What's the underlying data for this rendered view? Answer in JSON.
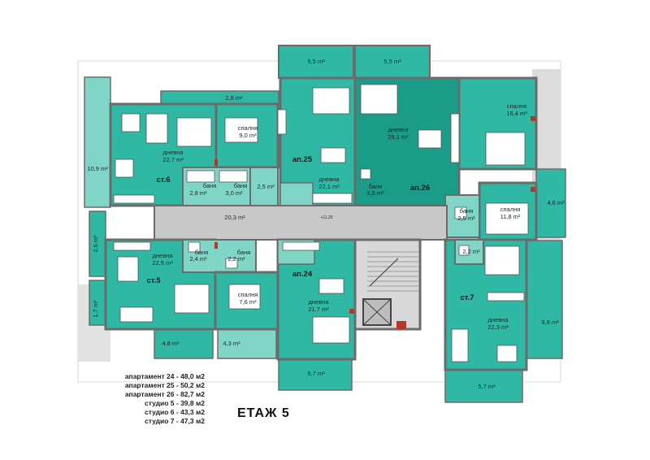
{
  "floor_title": "ЕТАЖ 5",
  "colors": {
    "teal": "#2fb8a4",
    "teal_dark": "#1a9c88",
    "teal_light": "#7fd6c6",
    "wall": "#6b6b6b",
    "corridor": "#c8c8c8",
    "accent_red": "#b8352a"
  },
  "apartments": {
    "st6": "ст.6",
    "ap25": "ап.25",
    "ap26": "ап.26",
    "st5": "ст.5",
    "ap24": "ап.24",
    "st7": "ст.7"
  },
  "rooms": {
    "r_5_5_left": "5,5 m²",
    "r_5_5_right": "5,5 m²",
    "r_2_8_top": "2,8 m²",
    "r_10_9": "10,9 m²",
    "st6_dnevna": "дневна",
    "st6_dnevna_area": "22,7 m²",
    "st6_spalnia": "спалня",
    "st6_spalnia_area": "9,0 m²",
    "st6_bania1": "баня",
    "st6_bania1_area": "2,8 m²",
    "st6_bania2": "баня",
    "st6_bania2_area": "3,0 m²",
    "r_2_5": "2,5 m²",
    "ap25_dnevna": "дневна",
    "ap25_dnevna_area": "22,1 m²",
    "ap25_bania": "баня",
    "ap25_bania_area": "3,5 m²",
    "ap26_dnevna": "дневна",
    "ap26_dnevna_area": "29,1 m²",
    "ap26_spalnia1": "спалня",
    "ap26_spalnia1_area": "16,4 m²",
    "ap26_spalnia2": "спалня",
    "ap26_spalnia2_area": "11,8 m²",
    "ap26_bania": "баня",
    "ap26_bania_area": "2,5 m²",
    "r_4_6": "4,6 m²",
    "corridor": "20,3 m²",
    "level_mark": "+11,20",
    "r_2_6": "2,6 m²",
    "st5_dnevna": "дневна",
    "st5_dnevna_area": "22,5 m²",
    "st5_bania1": "баня",
    "st5_bania1_area": "2,4 m²",
    "st5_bania2": "баня",
    "st5_bania2_area": "2,2 m²",
    "st5_spalnia": "спалня",
    "st5_spalnia_area": "7,6 m²",
    "r_1_7": "1,7 m²",
    "ap24_dnevna": "дневна",
    "ap24_dnevna_area": "21,7 m²",
    "st7_bania": "2,2 m²",
    "st7_dnevna": "дневна",
    "st7_dnevna_area": "22,3 m²",
    "r_9_8": "9,8 m²",
    "r_4_8": "4,8 m²",
    "r_4_3": "4,3 m²",
    "r_5_7_mid": "5,7 m²",
    "r_5_7_right": "5,7 m²"
  },
  "legend": [
    "апартамент 24 - 48,0 м2",
    "апартамент 25 - 50,2 м2",
    "апартамент 26 - 82,7 м2",
    "студио    5 - 39,8 м2",
    "студио    6 - 43,3 м2",
    "студио    7 - 47,3 м2"
  ]
}
